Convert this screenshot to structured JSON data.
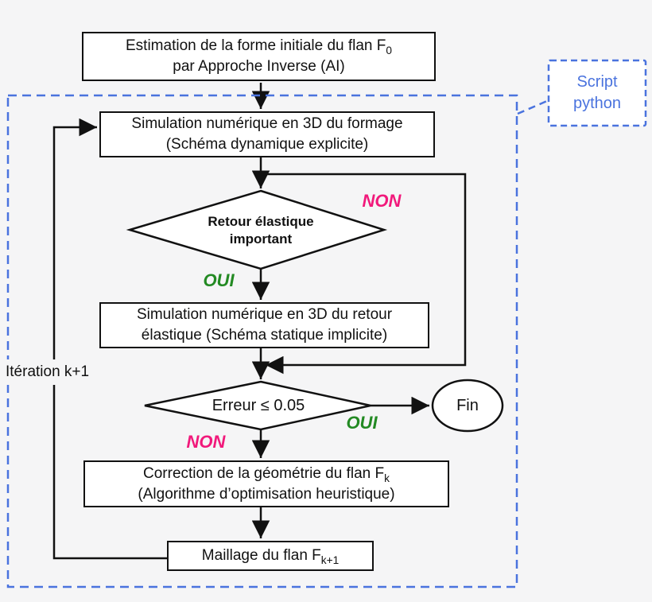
{
  "nodes": {
    "estimation": {
      "line1": "Estimation de la forme initiale du flan F",
      "line1_sub": "0",
      "line2": "par Approche Inverse (AI)"
    },
    "formage": {
      "line1": "Simulation numérique en 3D du formage",
      "line2": "(Schéma dynamique explicite)"
    },
    "retour_decision": {
      "line1": "Retour élastique",
      "line2": "important"
    },
    "retour": {
      "line1": "Simulation numérique en 3D du retour",
      "line2": "élastique (Schéma statique implicite)"
    },
    "erreur_decision": {
      "label": "Erreur ≤ 0.05"
    },
    "fin": {
      "label": "Fin"
    },
    "correction": {
      "line1": "Correction de la géométrie du flan F",
      "line1_sub": "k",
      "line2": "(Algorithme d’optimisation heuristique)"
    },
    "maillage": {
      "label": "Maillage du flan F",
      "label_sub": "k+1"
    }
  },
  "labels": {
    "non_top": "NON",
    "oui_top": "OUI",
    "oui_right": "OUI",
    "non_bottom": "NON",
    "iteration": "Itération k+1",
    "script_line1": "Script",
    "script_line2": "python"
  },
  "colors": {
    "background": "#f5f5f6",
    "line": "#111111",
    "non_pink": "#F1197B",
    "oui_green": "#238A23",
    "script_blue": "#4A73DE",
    "node_fill": "#ffffff"
  }
}
